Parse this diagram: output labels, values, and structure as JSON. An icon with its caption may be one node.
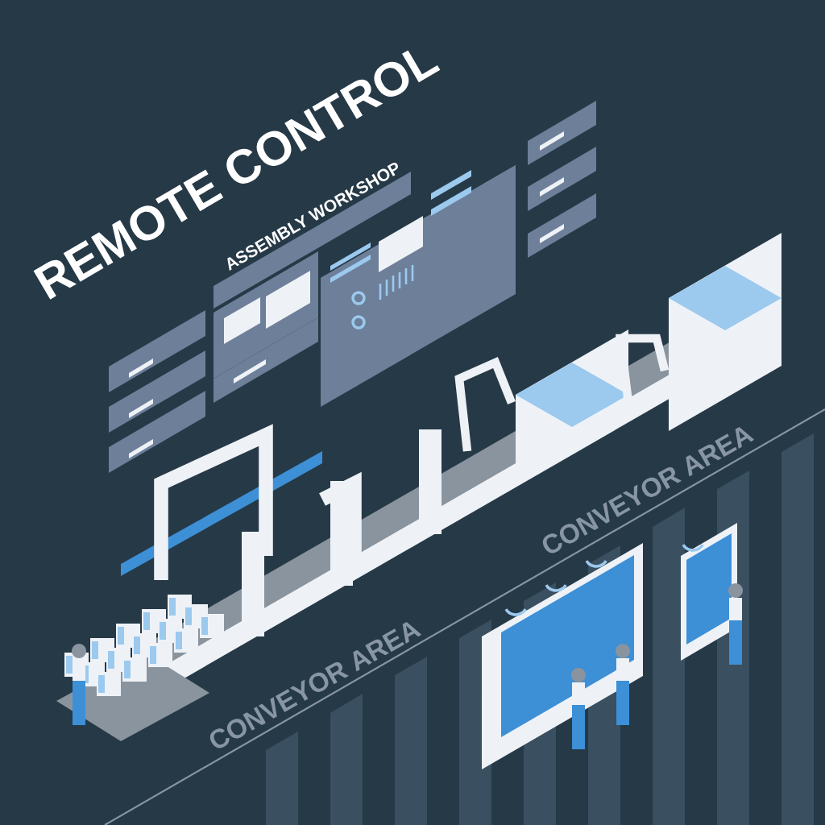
{
  "diagram": {
    "title": "REMOTE CONTROL",
    "labels": [
      "ASSEMBLY WORKSHOP",
      "CONVEYOR AREA",
      "CONVEYOR AREA"
    ]
  }
}
